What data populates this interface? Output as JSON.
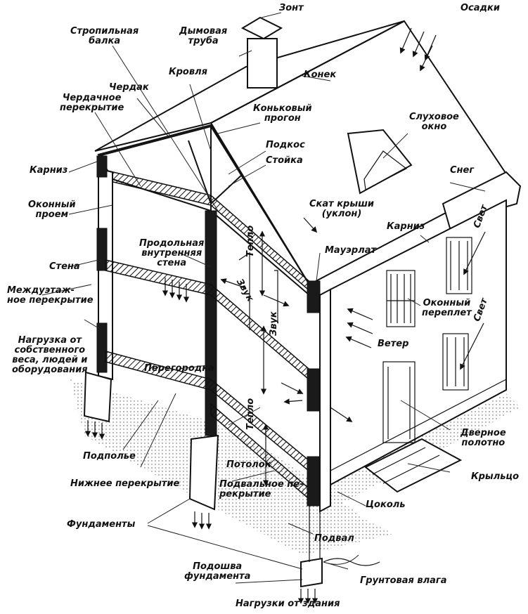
{
  "labels": {
    "zont": "Зонт",
    "osadki": "Осадки",
    "stropilnaya_balka": "Стропильная\nбалка",
    "dymovaya_truba": "Дымовая\nтруба",
    "krovlya": "Кровля",
    "konek": "Конек",
    "cherdak": "Чердак",
    "cherdachnoe_perekrytie": "Чердачное\nперекрытие",
    "konkovyi_progon": "Коньковый\nпрогон",
    "sluhovoe_okno": "Слуховое\nокно",
    "podkos": "Подкос",
    "stoika": "Стойка",
    "karniz_left": "Карниз",
    "sneg": "Снег",
    "skat_kryshi": "Скат крыши\n(уклон)",
    "okonnyi_proem": "Оконный\nпроем",
    "teplo_top": "Тепло",
    "karniz_right": "Карниз",
    "svet_top": "Свет",
    "prodolnaya_stena": "Продольная\nвнутренняя\nстена",
    "stena": "Стена",
    "mauerlat": "Мауэрлат",
    "zvuk_top": "Звук",
    "mezhduetazhnoe": "Междуэтаж-\nное перекрытие",
    "okonnyi_pereplet": "Оконный\nпереплет",
    "svet_bottom": "Свет",
    "zvuk_bottom": "Звук",
    "nagruzka_ves": "Нагрузка от\nсобственного\nвеса, людей и\nоборудования",
    "veter": "Ветер",
    "peregorodka": "Перегородка",
    "teplo_bottom": "Тепло",
    "dvernoe_polotno": "Дверное\nполотно",
    "podpole": "Подполье",
    "potolok": "Потолок",
    "kryltso": "Крыльцо",
    "nizhnee_perekrytie": "Нижнее перекрытие",
    "podvalnoe_perekrytie": "Подвальное пе-\nрекрытие",
    "tsokol": "Цоколь",
    "fundamenty": "Фундаменты",
    "podval": "Подвал",
    "podoshva": "Подошва\nфундамента",
    "gruntovaya_vlaga": "Грунтовая влага",
    "nagruzki_ot_zdaniya": "Нагрузки от здания"
  }
}
